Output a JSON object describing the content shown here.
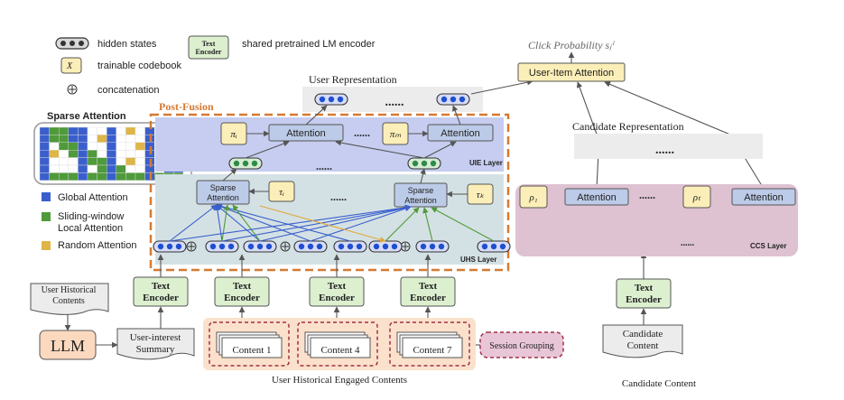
{
  "legend": {
    "hidden_states": "hidden states",
    "codebook_symbol": "X",
    "trainable_codebook": "trainable codebook",
    "concatenation": "concatenation",
    "te_line1": "Text",
    "te_line2": "Encoder",
    "shared_encoder": "shared pretrained LM encoder"
  },
  "panel": {
    "sparse_title": "Sparse Attention",
    "global": "Global Attention",
    "sliding_1": "Sliding-window",
    "sliding_2": "Local Attention",
    "random": "Random Attention"
  },
  "labels": {
    "post_fusion": "Post-Fusion",
    "uie_layer": "UIE Layer",
    "uhs_layer": "UHS Layer",
    "ccs_layer": "CCS Layer",
    "user_representation": "User Representation",
    "candidate_representation": "Candidate Representation",
    "click_probability": "Click Probability sⱼⁱ",
    "user_item_attention": "User-Item Attention",
    "attention": "Attention",
    "sparse": "Sparse",
    "ellipsis": "......",
    "text": "Text",
    "encoder": "Encoder",
    "uhc_line1": "User Historical",
    "uhc_line2": "Contents",
    "llm": "LLM",
    "uis_line1": "User-interest",
    "uis_line2": "Summary",
    "engaged_contents": "User Historical Engaged Contents",
    "session_grouping": "Session Grouping",
    "cand_line1": "Candidate",
    "cand_line2": "Content",
    "candidate_content": "Candidate Content"
  },
  "symbols": {
    "pi_i": "πᵢ",
    "pi_m": "πₘ",
    "tau_i": "τᵢ",
    "tau_k": "τₖ",
    "rho_1": "ρ₁",
    "rho_t": "ρₜ"
  },
  "contents": [
    "Content 1",
    "Content 4",
    "Content 7"
  ],
  "colors": {
    "global": "#3a5fcd",
    "sliding": "#4f9a3a",
    "random": "#e0b547",
    "user_pill": "#1f4fd0",
    "candidate_pill": "#e2a52a",
    "ccs_pill": "#7a1230",
    "hidden_pill": "#2f8a4a"
  },
  "matrix": [
    "BGGBBWWBWYWBWBB",
    "BGGBBWYBWWWBWBB",
    "BWGGBWWBWWYBWBB",
    "BYWGBGWBWWWBWBB",
    "BWWWBGGBWYWBWBB",
    "BWWWBWGBGWWBWBB",
    "BGGGBGGBGGGBGGG"
  ]
}
